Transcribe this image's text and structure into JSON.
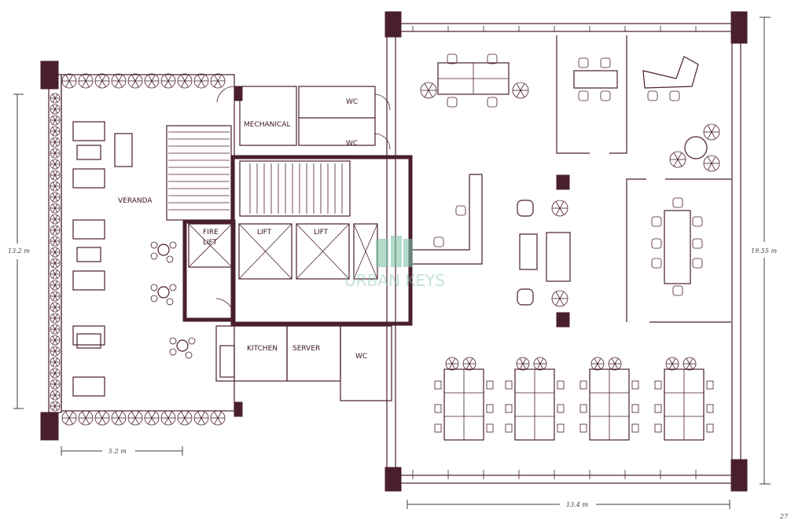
{
  "rooms": {
    "veranda": "VERANDA",
    "mechanical": "MECHANICAL",
    "wc_top": "WC",
    "wc_middle": "WC",
    "wc_bottom": "WC",
    "fire_lift_line1": "FIRE",
    "fire_lift_line2": "LIFT",
    "lift_1": "LIFT",
    "lift_2": "LIFT",
    "kitchen": "KITCHEN",
    "server": "SERVER"
  },
  "dimensions": {
    "veranda_height": "13.2 m",
    "veranda_width": "5.2 m",
    "office_height": "19.55 m",
    "office_width": "13.4 m"
  },
  "watermark": "URBAN KEYS",
  "page_number": "27",
  "colors": {
    "wall": "#4a1f2d",
    "watermark": "#7fc4a8"
  }
}
